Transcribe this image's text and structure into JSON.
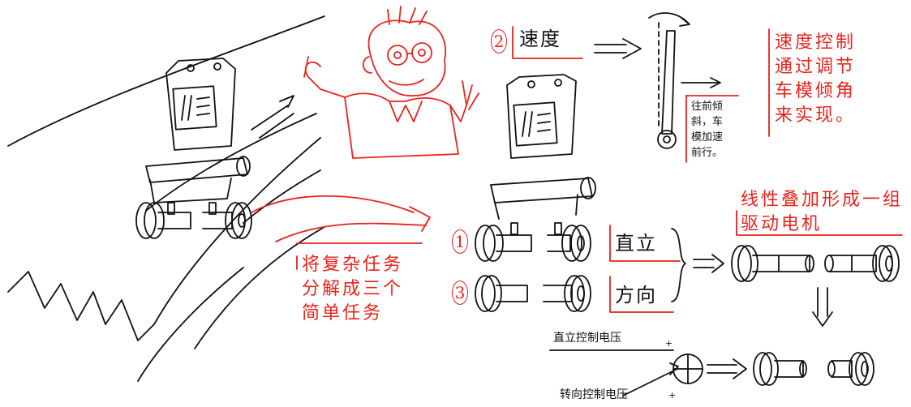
{
  "labels": {
    "step1_num": "1",
    "step2_num": "2",
    "step3_num": "3",
    "speed": "速度",
    "upright": "直立",
    "direction": "方向",
    "speed_note": "速度控制\n通过调节\n车模倾角\n来实现。",
    "tilt_note": "往前倾\n斜，车\n模加速\n前行。",
    "decompose": "将复杂任务\n分解成三个\n简单任务",
    "superpose": "线性叠加形成一组\n驱动电机",
    "upright_voltage": "直立控制电压",
    "steer_voltage": "转向控制电压",
    "plus_top": "+",
    "plus_bottom": "+"
  },
  "colors": {
    "accent": "#e8231c",
    "ink": "#111111"
  }
}
